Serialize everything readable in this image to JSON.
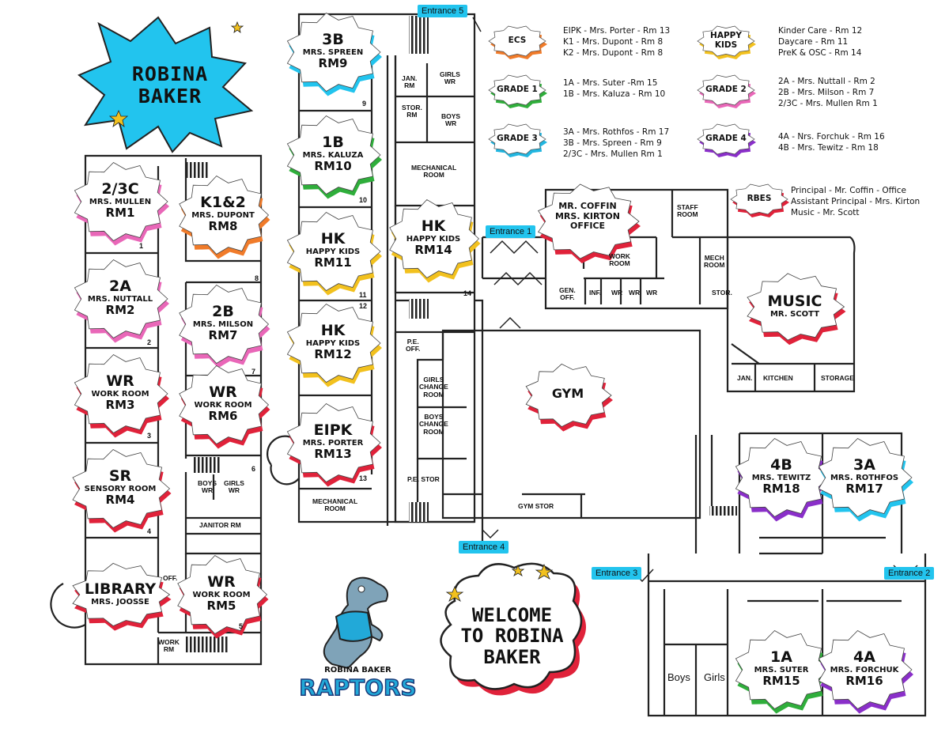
{
  "title": {
    "line1": "ROBINA",
    "line2": "BAKER"
  },
  "welcome": {
    "line1": "WELCOME",
    "line2": "TO ROBINA",
    "line3": "BAKER"
  },
  "mascot": {
    "top": "ROBINA BAKER",
    "bottom": "RAPTORS"
  },
  "entrances": {
    "e1": "Entrance 1",
    "e2": "Entrance 2",
    "e3": "Entrance 3",
    "e4": "Entrance 4",
    "e5": "Entrance 5"
  },
  "rooms": {
    "rm1": {
      "t1": "2/3C",
      "t2": "MRS. MULLEN",
      "t3": "RM1"
    },
    "rm2": {
      "t1": "2A",
      "t2": "MRS. NUTTALL",
      "t3": "RM2"
    },
    "rm3": {
      "t1": "WR",
      "t2": "WORK ROOM",
      "t3": "RM3"
    },
    "rm4": {
      "t1": "SR",
      "t2": "SENSORY ROOM",
      "t3": "RM4"
    },
    "library": {
      "t1": "LIBRARY",
      "t2": "MRS. JOOSSE"
    },
    "rm8": {
      "t1": "K1&2",
      "t2": "MRS. DUPONT",
      "t3": "RM8"
    },
    "rm7": {
      "t1": "2B",
      "t2": "MRS. MILSON",
      "t3": "RM7"
    },
    "rm6": {
      "t1": "WR",
      "t2": "WORK ROOM",
      "t3": "RM6"
    },
    "rm5": {
      "t1": "WR",
      "t2": "WORK ROOM",
      "t3": "RM5"
    },
    "rm9": {
      "t1": "3B",
      "t2": "MRS. SPREEN",
      "t3": "RM9"
    },
    "rm10": {
      "t1": "1B",
      "t2": "MRS. KALUZA",
      "t3": "RM10"
    },
    "rm11": {
      "t1": "HK",
      "t2": "HAPPY KIDS",
      "t3": "RM11"
    },
    "rm12": {
      "t1": "HK",
      "t2": "HAPPY KIDS",
      "t3": "RM12"
    },
    "rm13": {
      "t1": "EIPK",
      "t2": "MRS. PORTER",
      "t3": "RM13"
    },
    "rm14": {
      "t1": "HK",
      "t2": "HAPPY KIDS",
      "t3": "RM14"
    },
    "office": {
      "t1": "MR. COFFIN",
      "t2": "MRS. KIRTON",
      "t3": "OFFICE"
    },
    "gym": {
      "t1": "GYM"
    },
    "music": {
      "t1": "MUSIC",
      "t2": "MR. SCOTT"
    },
    "rm18": {
      "t1": "4B",
      "t2": "MRS. TEWITZ",
      "t3": "RM18"
    },
    "rm17": {
      "t1": "3A",
      "t2": "MRS. ROTHFOS",
      "t3": "RM17"
    },
    "rm15": {
      "t1": "1A",
      "t2": "MRS. SUTER",
      "t3": "RM15"
    },
    "rm16": {
      "t1": "4A",
      "t2": "MRS. FORCHUK",
      "t3": "RM16"
    }
  },
  "small_labels": {
    "jan_rm": "JAN.\nRM",
    "girls_wr_top": "GIRLS\nWR",
    "stor_rm": "STOR.\nRM",
    "boys_wr_top": "BOYS\nWR",
    "mech_room_top": "MECHANICAL\nROOM",
    "staff_room": "STAFF\nROOM",
    "work_room": "WORK\nROOM",
    "mech_room_right": "MECH\nROOM",
    "gen_off": "GEN.\nOFF.",
    "inf": "INF.",
    "wr_a": "WR",
    "wr_b": "WR",
    "wr_c": "WR",
    "stor": "STOR.",
    "pe_off": "P.E.\nOFF.",
    "girls_change": "GIRLS\nCHANGE\nROOM",
    "boys_change": "BOYS\nCHANGE\nROOM",
    "pe_stor": "P.E. STOR",
    "gym_stor": "GYM  STOR",
    "mech_room_bottom": "MECHANICAL\nROOM",
    "jan": "JAN.",
    "kitchen": "KITCHEN",
    "storage": "STORAGE",
    "boys_wr_left": "BOYS\nWR",
    "girls_wr_left": "GIRLS\nWR",
    "janitor_rm": "JANITOR  RM",
    "off": "OFF.",
    "work_rm": "WORK\nRM",
    "boys": "Boys",
    "girls": "Girls"
  },
  "room_numbers": [
    "1",
    "2",
    "3",
    "4",
    "5",
    "6",
    "7",
    "8",
    "9",
    "10",
    "11",
    "12",
    "13",
    "14"
  ],
  "legend": [
    {
      "badge": "ECS",
      "color": "#f07b2a",
      "lines": [
        "EIPK - Mrs. Porter - Rm 13",
        "K1 - Mrs. Dupont - Rm 8",
        "K2 - Mrs. Dupont - Rm 8"
      ]
    },
    {
      "badge": "HAPPY\nKIDS",
      "color": "#f2c11e",
      "lines": [
        "Kinder Care - Rm 12",
        "Daycare - Rm 11",
        "PreK &  OSC - Rm 14"
      ]
    },
    {
      "badge": "GRADE 1",
      "color": "#2fae3b",
      "lines": [
        "1A - Mrs. Suter -Rm 15",
        "1B - Mrs. Kaluza - Rm 10"
      ]
    },
    {
      "badge": "GRADE 2",
      "color": "#e967b8",
      "lines": [
        "2A - Mrs. Nuttall - Rm 2",
        "2B - Mrs. Milson - Rm 7",
        "2/3C - Mrs. Mullen Rm 1"
      ]
    },
    {
      "badge": "GRADE 3",
      "color": "#22b6e0",
      "lines": [
        "3A - Mrs. Rothfos - Rm 17",
        "3B - Mrs. Spreen - Rm 9",
        "2/3C - Mrs. Mullen Rm 1"
      ]
    },
    {
      "badge": "GRADE 4",
      "color": "#8a2fc9",
      "lines": [
        "4A - Nrs. Forchuk - Rm 16",
        "4B - Mrs. Tewitz - Rm 18"
      ]
    },
    {
      "badge": "RBES",
      "color": "#e0223a",
      "lines": [
        "Principal - Mr. Coffin - Office",
        "Assistant Principal - Mrs. Kirton",
        "Music - Mr. Scott"
      ]
    }
  ],
  "colors": {
    "cyan": "#22c4ee",
    "red": "#e0223a",
    "green": "#2fae3b",
    "pink": "#e967b8",
    "orange": "#f07b2a",
    "yellow": "#f2c11e",
    "purple": "#8a2fc9",
    "wall": "#222222"
  }
}
